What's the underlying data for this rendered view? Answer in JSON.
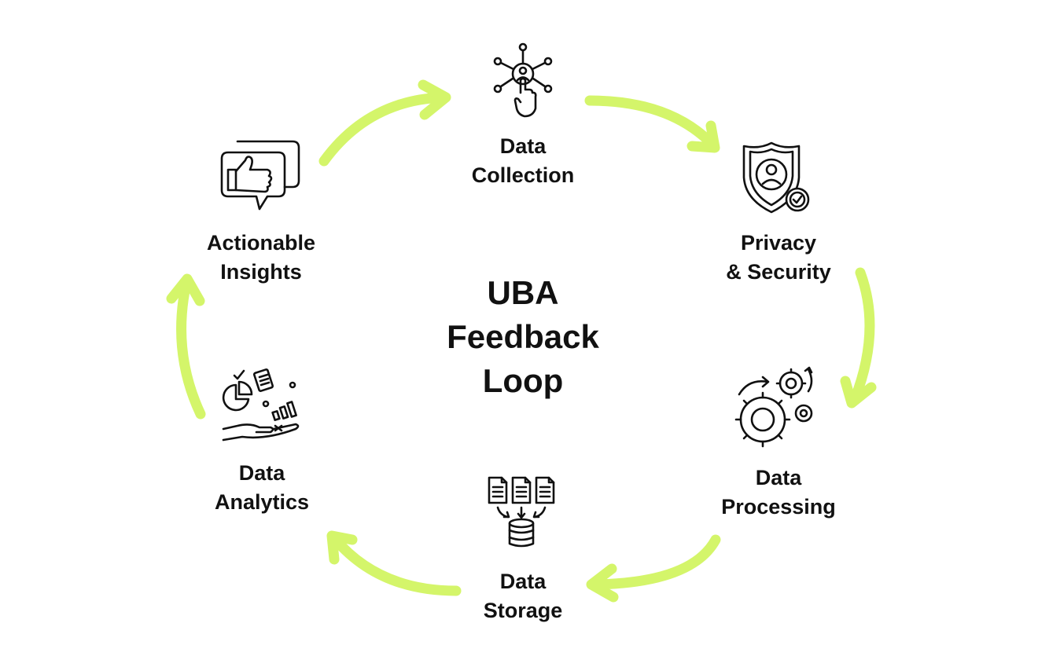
{
  "title": [
    "UBA",
    "Feedback",
    "Loop"
  ],
  "colors": {
    "arrow": "#d4f56a",
    "text": "#111111",
    "background": "#ffffff"
  },
  "nodes": [
    {
      "id": "data-collection",
      "icon": "user-touch-network-icon",
      "lines": [
        "Data",
        "Collection"
      ]
    },
    {
      "id": "privacy-security",
      "icon": "shield-user-check-icon",
      "lines": [
        "Privacy",
        "& Security"
      ]
    },
    {
      "id": "data-processing",
      "icon": "gears-icon",
      "lines": [
        "Data",
        "Processing"
      ]
    },
    {
      "id": "data-storage",
      "icon": "documents-database-icon",
      "lines": [
        "Data",
        "Storage"
      ]
    },
    {
      "id": "data-analytics",
      "icon": "hand-charts-icon",
      "lines": [
        "Data",
        "Analytics"
      ]
    },
    {
      "id": "actionable-insights",
      "icon": "thumbs-up-chat-icon",
      "lines": [
        "Actionable",
        "Insights"
      ]
    }
  ],
  "edges": [
    {
      "from": "actionable-insights",
      "to": "data-collection"
    },
    {
      "from": "data-collection",
      "to": "privacy-security"
    },
    {
      "from": "privacy-security",
      "to": "data-processing"
    },
    {
      "from": "data-processing",
      "to": "data-storage"
    },
    {
      "from": "data-storage",
      "to": "data-analytics"
    },
    {
      "from": "data-analytics",
      "to": "actionable-insights"
    }
  ]
}
